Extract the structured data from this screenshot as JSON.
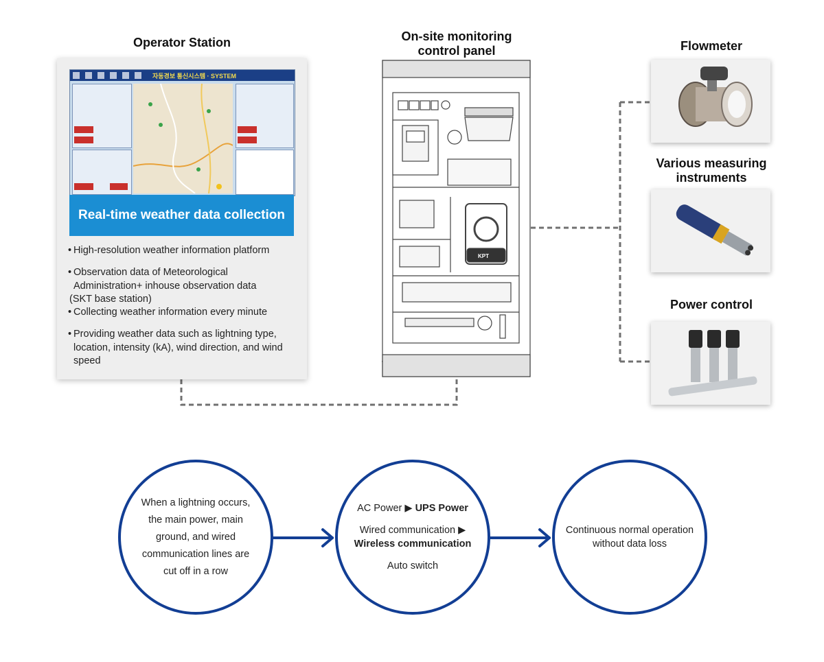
{
  "operator_station": {
    "title": "Operator Station",
    "screen_header": "자동경보 통신시스템 · SYSTEM",
    "banner": "Real-time weather data collection",
    "bullets": [
      "High-resolution weather information platform",
      "Observation data of Meteorological Administration+ inhouse observation data (SKT base station)",
      "Collecting weather information every minute",
      "Providing weather data such as lightning type, location, intensity (kA), wind direction, and wind speed"
    ],
    "bullet_lines": {
      "b1": "High-resolution weather information platform",
      "b2_l1": "Observation data of Meteorological",
      "b2_l2": "Administration+ inhouse observation data",
      "b2_l3": "(SKT base station)",
      "b3": "Collecting weather information every minute",
      "b4_l1": "Providing weather data such as lightning type,",
      "b4_l2": "location, intensity (kA), wind direction, and wind",
      "b4_l3": "speed"
    },
    "bullet_symbol": "•"
  },
  "control_panel": {
    "title_line1": "On-site monitoring",
    "title_line2": "control panel",
    "brand": "KPT"
  },
  "devices": {
    "flowmeter": "Flowmeter",
    "instruments_line1": "Various measuring",
    "instruments_line2": "instruments",
    "power_control": "Power control"
  },
  "flow": {
    "step1": [
      "When a lightning occurs,",
      "the main power, main",
      "ground, and wired",
      "communication lines are",
      "cut off in a row"
    ],
    "step2": {
      "ac_power": "AC Power",
      "arrow": "▶",
      "ups_power": "UPS Power",
      "wired": "Wired communication",
      "wireless": "Wireless communication",
      "auto": "Auto switch"
    },
    "step3": [
      "Continuous normal operation",
      "without data loss"
    ]
  },
  "colors": {
    "banner": "#1b8ed3",
    "circle_border": "#123e94",
    "connector": "#707070",
    "card_bg": "#eeeeee"
  }
}
